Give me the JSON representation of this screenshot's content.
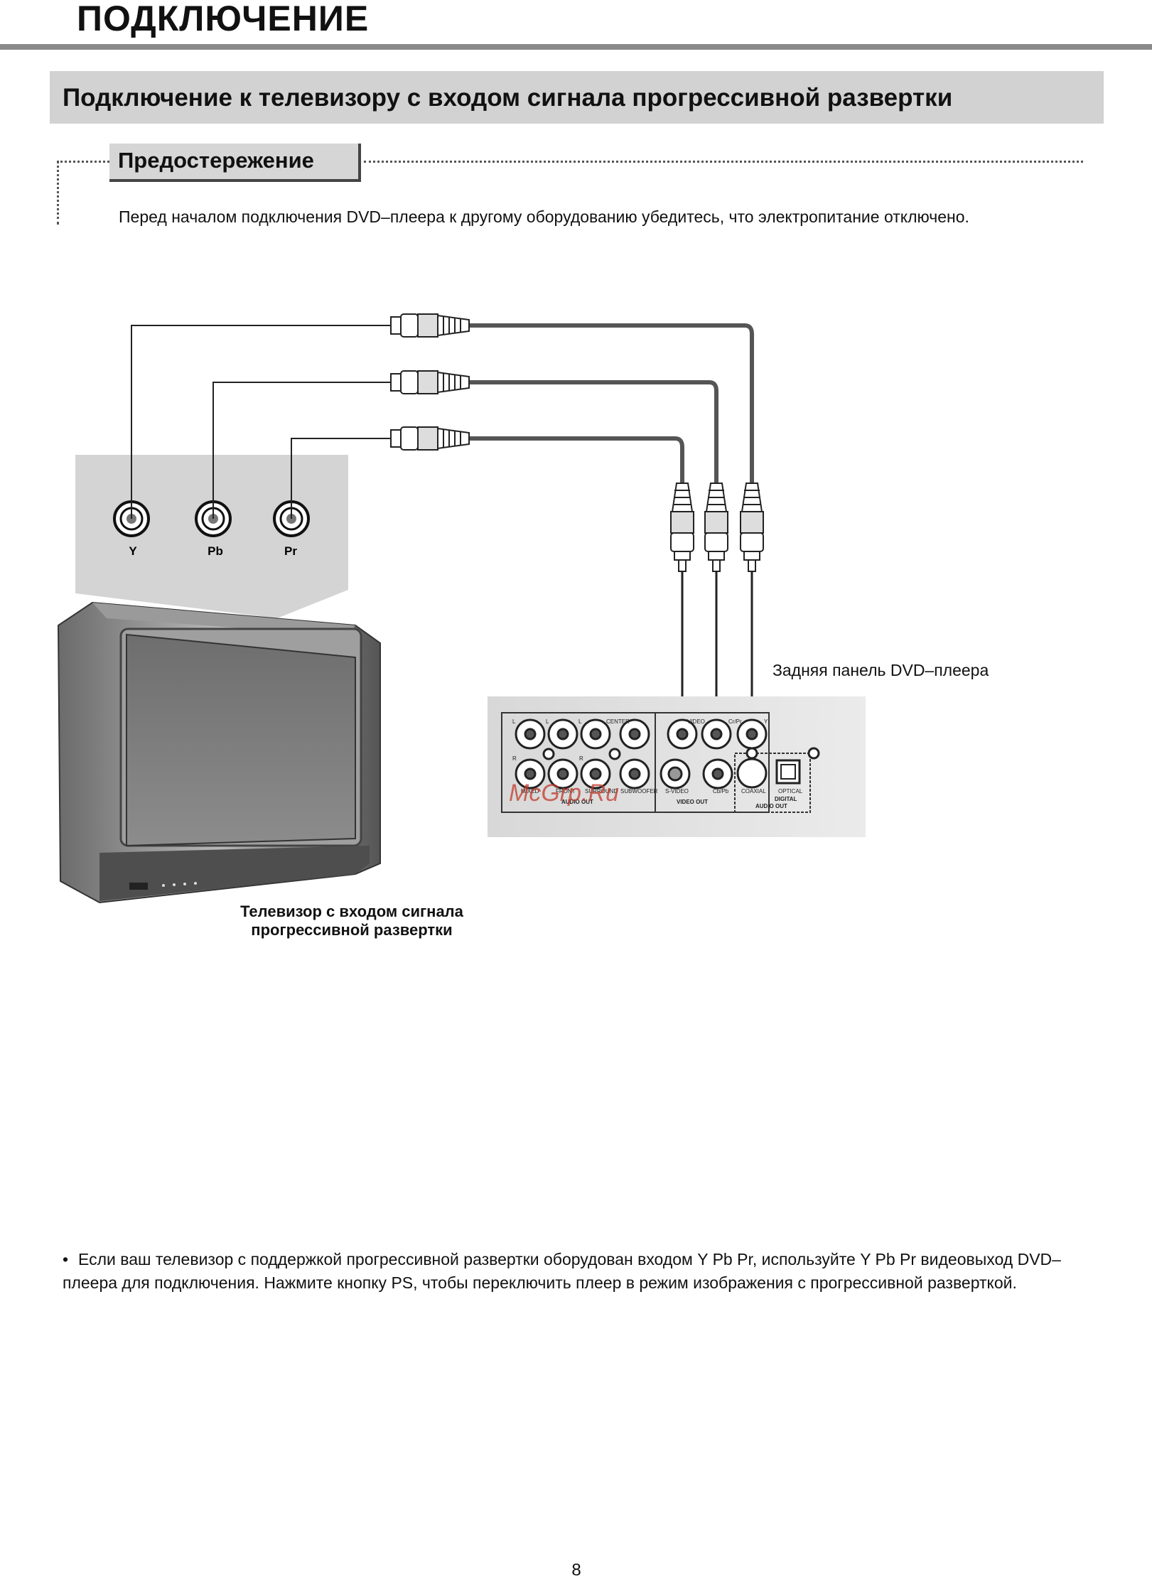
{
  "page": {
    "title": "ПОДКЛЮЧЕНИЕ",
    "section_title": "Подключение к телевизору с входом сигнала прогрессивной развертки",
    "number": "8"
  },
  "caution": {
    "label": "Предостережение",
    "text": "Перед началом подключения DVD–плеера к другому оборудованию убедитесь, что электропитание отключено."
  },
  "diagram": {
    "tv_jacks": [
      "Y",
      "Pb",
      "Pr"
    ],
    "tv_caption_line1": "Телевизор с входом сигнала",
    "tv_caption_line2": "прогрессивной развертки",
    "dvd_caption": "Задняя панель DVD–плеера",
    "panel": {
      "audio_out": "AUDIO OUT",
      "video_out": "VIDEO OUT",
      "digital_audio_out_1": "DIGITAL",
      "digital_audio_out_2": "AUDIO OUT",
      "svideo": "S-VIDEO",
      "coaxial": "COAXIAL",
      "optical": "OPTICAL",
      "video": "VIDEO",
      "crpr": "Cr/Pr",
      "cbpb": "Cb/Pb",
      "y": "Y",
      "center": "CENTER",
      "front": "FRONT",
      "surround": "SURROUND",
      "subwoofer": "SUBWOOFER",
      "mixed": "MIXED",
      "l": "L",
      "r": "R"
    },
    "watermark": "McGrp.Ru"
  },
  "note": {
    "bullet": "•",
    "text": "Если ваш телевизор с поддержкой прогрессивной развертки оборудован входом Y Pb Pr, используйте Y Pb Pr видеовыход DVD–плеера для подключения. Нажмите кнопку PS, чтобы переключить плеер в режим изображения с прогрессивной разверткой."
  }
}
